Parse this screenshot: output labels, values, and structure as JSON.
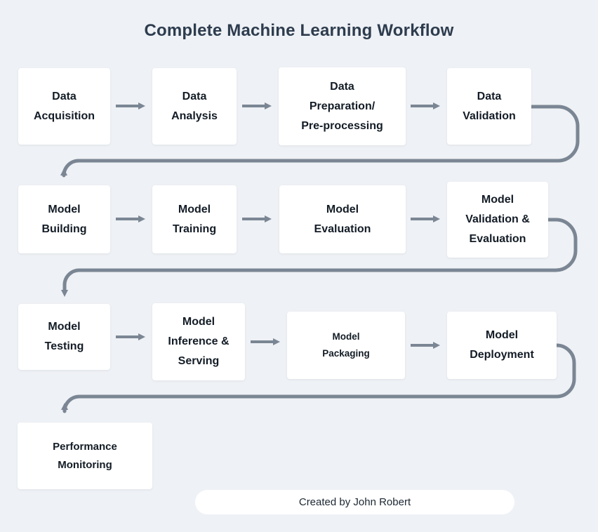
{
  "title": "Complete Machine Learning Workflow",
  "credit": "Created by John Robert",
  "colors": {
    "background": "#eef1f5",
    "box": "#ffffff",
    "arrow": "#7b8694",
    "title_text": "#2d3c4e",
    "box_text": "#131c26",
    "credit_text": "#1c2733"
  },
  "workflow": {
    "rows": [
      {
        "boxes": [
          {
            "label": "Data\nAcquisition"
          },
          {
            "label": "Data\nAnalysis"
          },
          {
            "label": "Data\nPreparation/\nPre-processing"
          },
          {
            "label": "Data\nValidation"
          }
        ]
      },
      {
        "boxes": [
          {
            "label": "Model\nBuilding"
          },
          {
            "label": "Model\nTraining"
          },
          {
            "label": "Model\nEvaluation"
          },
          {
            "label": "Model\nValidation &\nEvaluation"
          }
        ]
      },
      {
        "boxes": [
          {
            "label": "Model\nTesting"
          },
          {
            "label": "Model\nInference &\nServing"
          },
          {
            "label": "Model\nPackaging"
          },
          {
            "label": "Model\nDeployment"
          }
        ]
      },
      {
        "boxes": [
          {
            "label": "Performance\nMonitoring"
          }
        ]
      }
    ]
  }
}
